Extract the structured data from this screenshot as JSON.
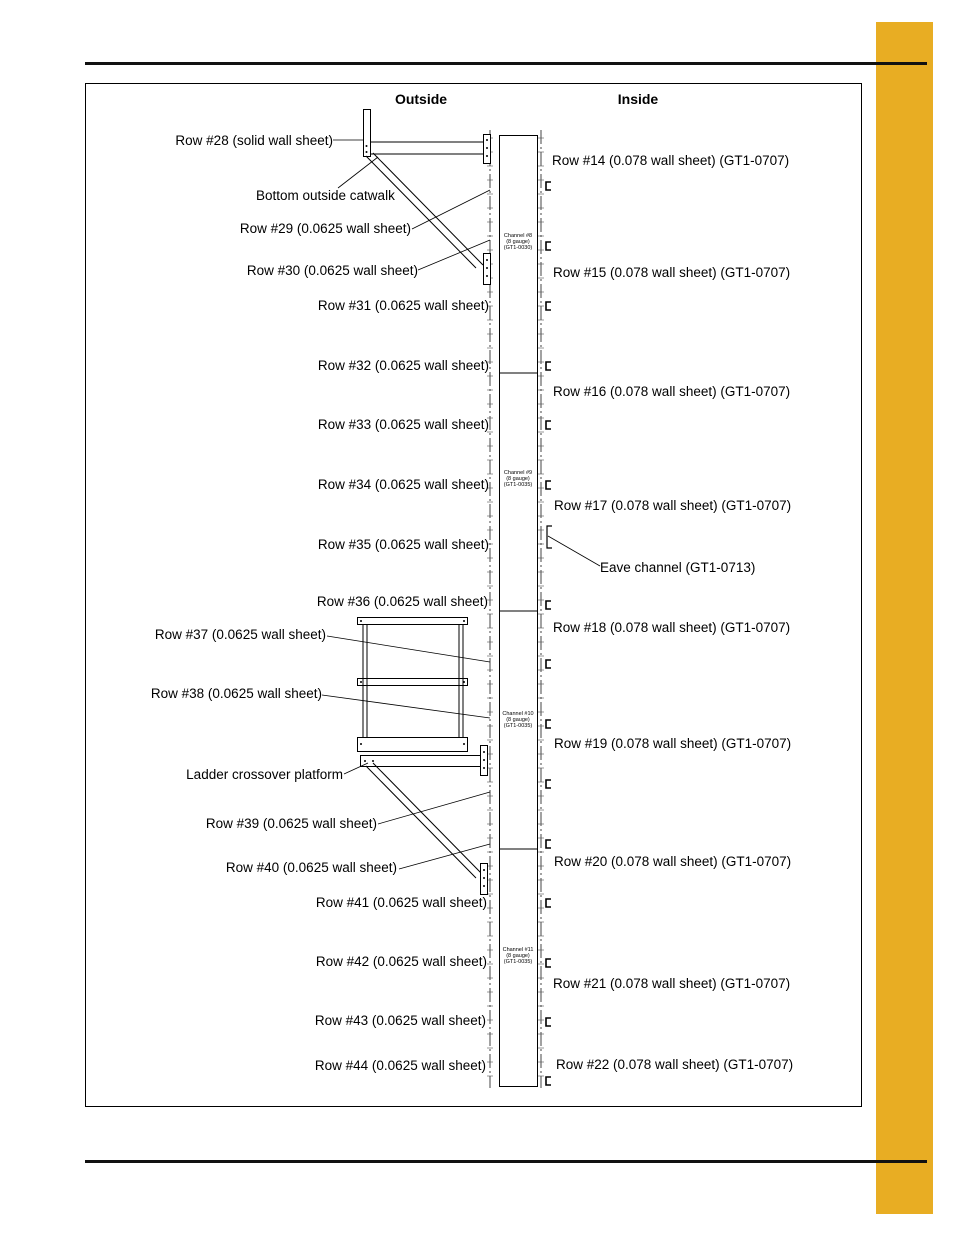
{
  "headers": {
    "outside": "Outside",
    "inside": "Inside"
  },
  "channels": [
    {
      "lines": [
        "Channel #8",
        "(8 gauge)",
        "(GT1-0030)"
      ]
    },
    {
      "lines": [
        "Channel #9",
        "(8 gauge)",
        "(GT1-0035)"
      ]
    },
    {
      "lines": [
        "Channel #10",
        "(8 gauge)",
        "(GT1-0035)"
      ]
    },
    {
      "lines": [
        "Channel #11",
        "(8 gauge)",
        "(GT1-0035)"
      ]
    }
  ],
  "outside_labels": [
    "Row #28 (solid wall sheet)",
    "Bottom outside catwalk",
    "Row #29 (0.0625 wall sheet)",
    "Row #30 (0.0625 wall sheet)",
    "Row #31 (0.0625 wall sheet)",
    "Row #32 (0.0625 wall sheet)",
    "Row #33 (0.0625 wall sheet)",
    "Row #34 (0.0625 wall sheet)",
    "Row #35 (0.0625 wall sheet)",
    "Row #36 (0.0625 wall sheet)",
    "Row #37 (0.0625 wall sheet)",
    "Row #38 (0.0625 wall sheet)",
    "Ladder crossover platform",
    "Row #39 (0.0625 wall sheet)",
    "Row #40 (0.0625 wall sheet)",
    "Row #41 (0.0625 wall sheet)",
    "Row #42 (0.0625 wall sheet)",
    "Row #43 (0.0625 wall sheet)",
    "Row #44 (0.0625 wall sheet)"
  ],
  "inside_labels": [
    "Row #14 (0.078 wall sheet) (GT1-0707)",
    "Row #15 (0.078 wall sheet) (GT1-0707)",
    "Row #16 (0.078 wall sheet) (GT1-0707)",
    "Row #17 (0.078 wall sheet) (GT1-0707)",
    "Eave channel (GT1-0713)",
    "Row #18 (0.078 wall sheet) (GT1-0707)",
    "Row #19 (0.078 wall sheet) (GT1-0707)",
    "Row #20 (0.078 wall sheet) (GT1-0707)",
    "Row #21 (0.078 wall sheet) (GT1-0707)",
    "Row #22 (0.078 wall sheet) (GT1-0707)"
  ]
}
